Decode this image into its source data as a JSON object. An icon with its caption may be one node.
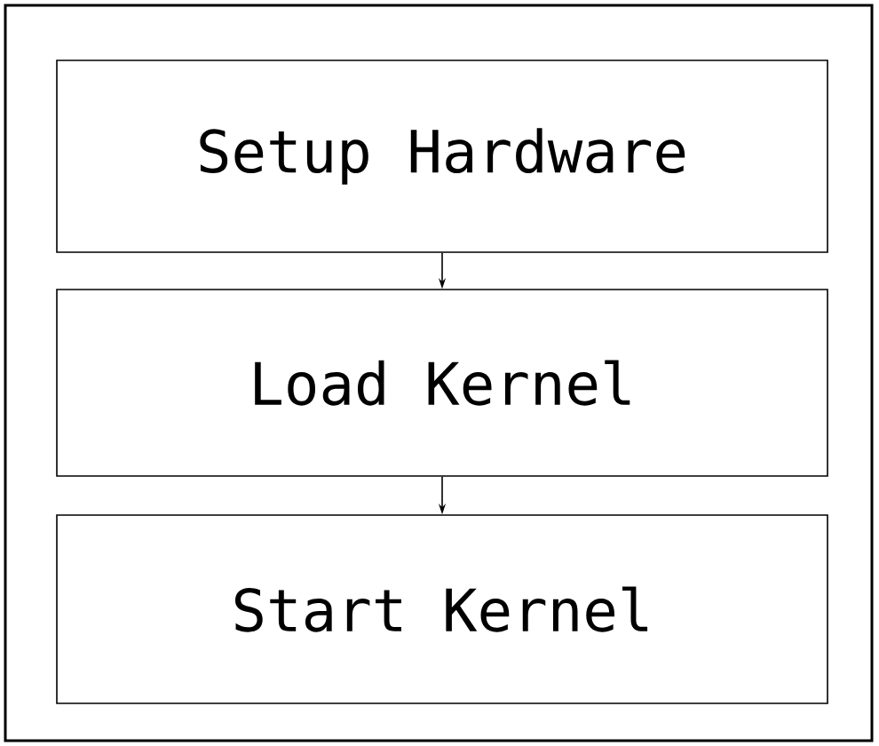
{
  "diagram": {
    "nodes": [
      {
        "text": [
          "Setup Hardware"
        ]
      },
      {
        "text": [
          "Load Kernel"
        ]
      },
      {
        "text": [
          "Start Kernel"
        ]
      }
    ],
    "edges": [
      {
        "from": 0,
        "to": 1,
        "arrow": "to"
      },
      {
        "from": 1,
        "to": 2,
        "arrow": "to"
      }
    ]
  }
}
